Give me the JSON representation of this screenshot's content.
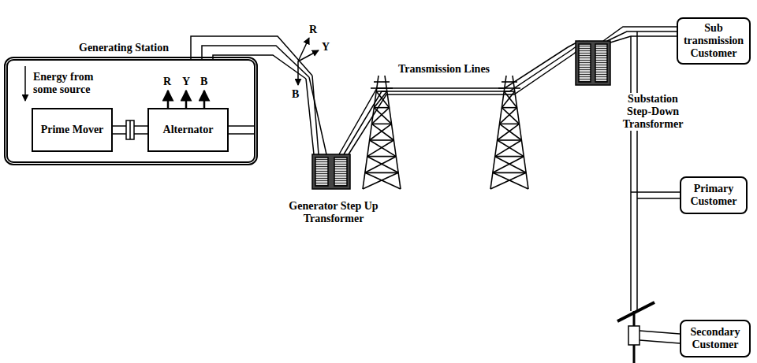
{
  "diagram": {
    "nodes": [
      {
        "text": [
          "Generating Station"
        ]
      },
      {
        "text": [
          "Prime Mover"
        ],
        "in": 0
      },
      {
        "text": [
          "Alternator"
        ],
        "in": 0
      },
      {
        "text": [
          "Sub transmission Customer"
        ]
      },
      {
        "text": [
          "Primary Customer"
        ]
      },
      {
        "text": [
          "Secondary Customer"
        ]
      }
    ],
    "edges": [
      {
        "from": 1,
        "to": 2,
        "arrow": "none"
      }
    ],
    "labels": [
      "Energy from some source",
      "R",
      "Y",
      "B",
      "R",
      "Y",
      "B",
      "Transmission Lines",
      "Generator Step Up Transformer",
      "Substation Step-Down Transformer"
    ]
  }
}
